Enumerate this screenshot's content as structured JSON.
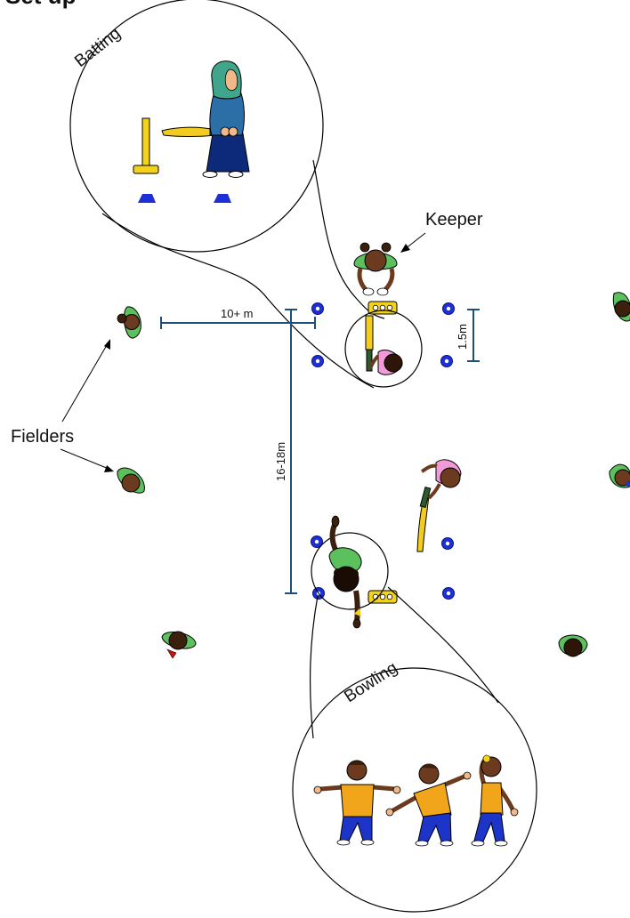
{
  "labels": {
    "heading_partial": "Set up",
    "batting": "Batting",
    "bowling": "Bowling",
    "keeper": "Keeper",
    "fielders": "Fielders"
  },
  "measurements": {
    "crease_distance": "10+ m",
    "wicket_width": "1.5m",
    "pitch_length": "16-18m"
  },
  "colors": {
    "cone_blue": "#1e2fd6",
    "measure_line": "#1f4e79",
    "fielder_shirt": "#5cc15c",
    "keeper_shirt": "#5cc15c",
    "bat_yellow": "#f2cd1f",
    "wicket_yellow": "#f5d21a",
    "batter_shirt_pink": "#f29ad8",
    "bowler_shirt": "#f0a51a",
    "trousers_blue": "#1d34c8",
    "hijab_green": "#3fa68c",
    "robe_blue": "#2b6ea8",
    "skirt_navy": "#0d2a7a"
  }
}
